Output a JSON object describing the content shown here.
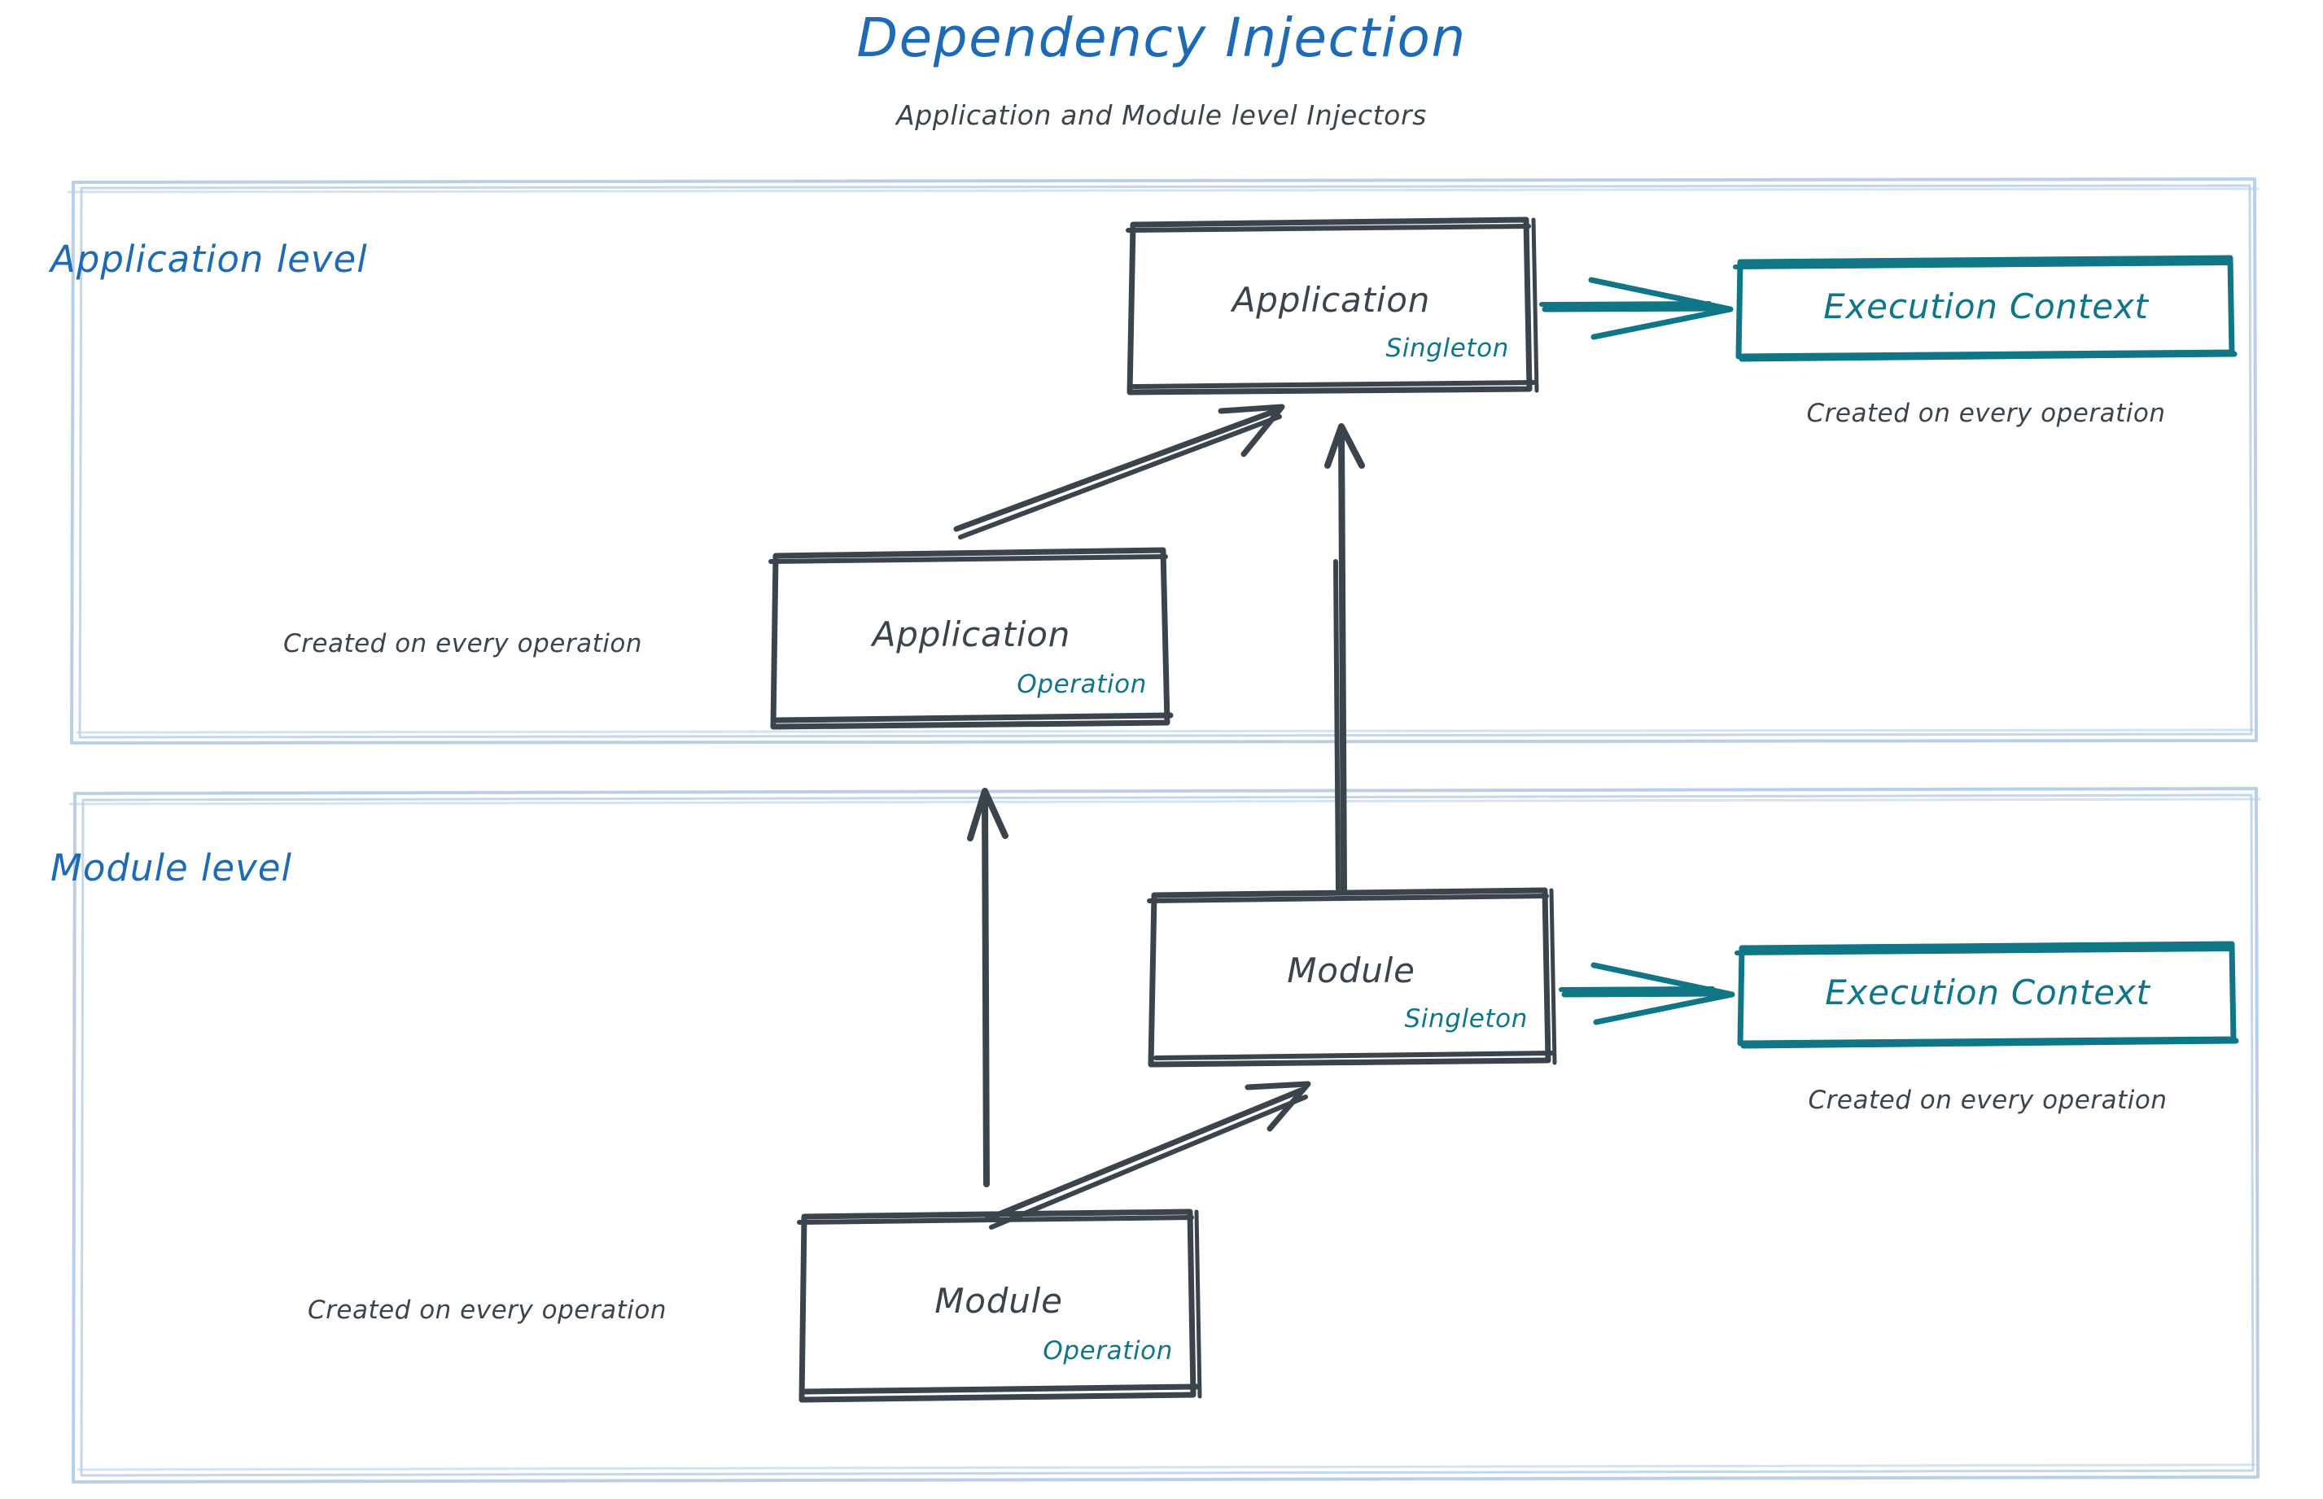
{
  "header": {
    "title": "Dependency Injection",
    "subtitle": "Application and Module level Injectors"
  },
  "colors": {
    "title_blue": "#1f6ab5",
    "panel_border": "#b9cfe6",
    "ink_gray": "#3b444d",
    "teal": "#107585",
    "background": "#ffffff"
  },
  "panels": [
    {
      "id": "application-level",
      "label": "Application level"
    },
    {
      "id": "module-level",
      "label": "Module level"
    }
  ],
  "nodes": {
    "application_singleton": {
      "title": "Application",
      "scope": "Singleton"
    },
    "application_operation": {
      "title": "Application",
      "scope": "Operation",
      "caption": "Created on every operation"
    },
    "application_execution_context": {
      "title": "Execution Context",
      "caption": "Created on every operation"
    },
    "module_singleton": {
      "title": "Module",
      "scope": "Singleton"
    },
    "module_operation": {
      "title": "Module",
      "scope": "Operation",
      "caption": "Created on every operation"
    },
    "module_execution_context": {
      "title": "Execution Context",
      "caption": "Created on every operation"
    }
  },
  "edges": [
    {
      "id": "app-singleton-to-exec-ctx",
      "from": "application_singleton",
      "to": "application_execution_context",
      "style": "teal-arrow"
    },
    {
      "id": "app-operation-to-app-singleton",
      "from": "application_operation",
      "to": "application_singleton",
      "style": "gray-arrow"
    },
    {
      "id": "module-singleton-to-app-singleton",
      "from": "module_singleton",
      "to": "application_singleton",
      "style": "gray-arrow"
    },
    {
      "id": "module-singleton-to-exec-ctx",
      "from": "module_singleton",
      "to": "module_execution_context",
      "style": "teal-arrow"
    },
    {
      "id": "module-operation-to-module-singleton",
      "from": "module_operation",
      "to": "module_singleton",
      "style": "gray-arrow"
    },
    {
      "id": "module-operation-to-app-operation",
      "from": "module_operation",
      "to": "application_operation",
      "style": "gray-arrow"
    }
  ]
}
